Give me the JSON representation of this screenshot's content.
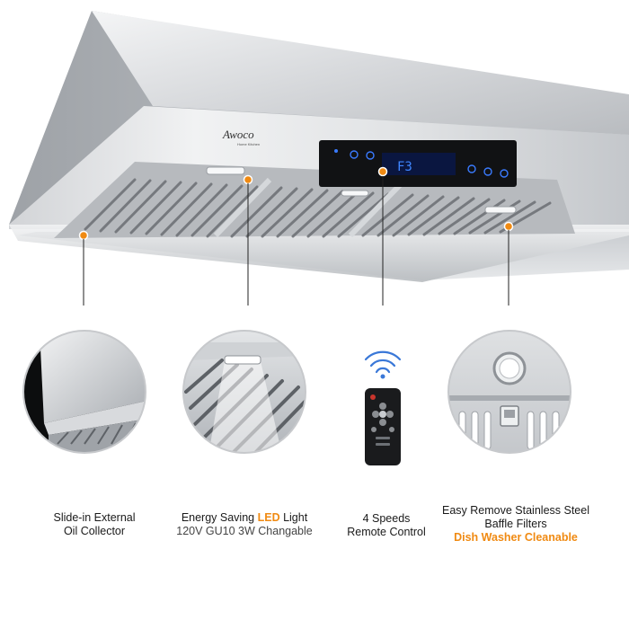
{
  "brand": {
    "logo_text": "Awoco",
    "logo_sub": "Home Kitchen"
  },
  "display": {
    "readout": "F3"
  },
  "features": [
    {
      "line1": "Slide-in External",
      "line2": "Oil Collector"
    },
    {
      "line1_pre": "Energy Saving ",
      "line1_highlight": "LED",
      "line1_post": " Light",
      "line2": "120V GU10 3W Changable"
    },
    {
      "line1": "4 Speeds",
      "line2": "Remote Control"
    },
    {
      "line1": "Easy Remove Stainless Steel",
      "line2": "Baffle Filters",
      "line3_highlight": "Dish Washer Cleanable"
    }
  ],
  "colors": {
    "accent": "#f08a12",
    "steel_light": "#e9eaec",
    "steel_mid": "#c9ccd0",
    "steel_dark": "#8c9096",
    "panel_black": "#111214",
    "panel_blue": "#2f6bff"
  },
  "icons": {
    "wifi": "wifi-signal-icon",
    "remote": "remote-control-icon",
    "callout": "callout-dot-icon"
  }
}
